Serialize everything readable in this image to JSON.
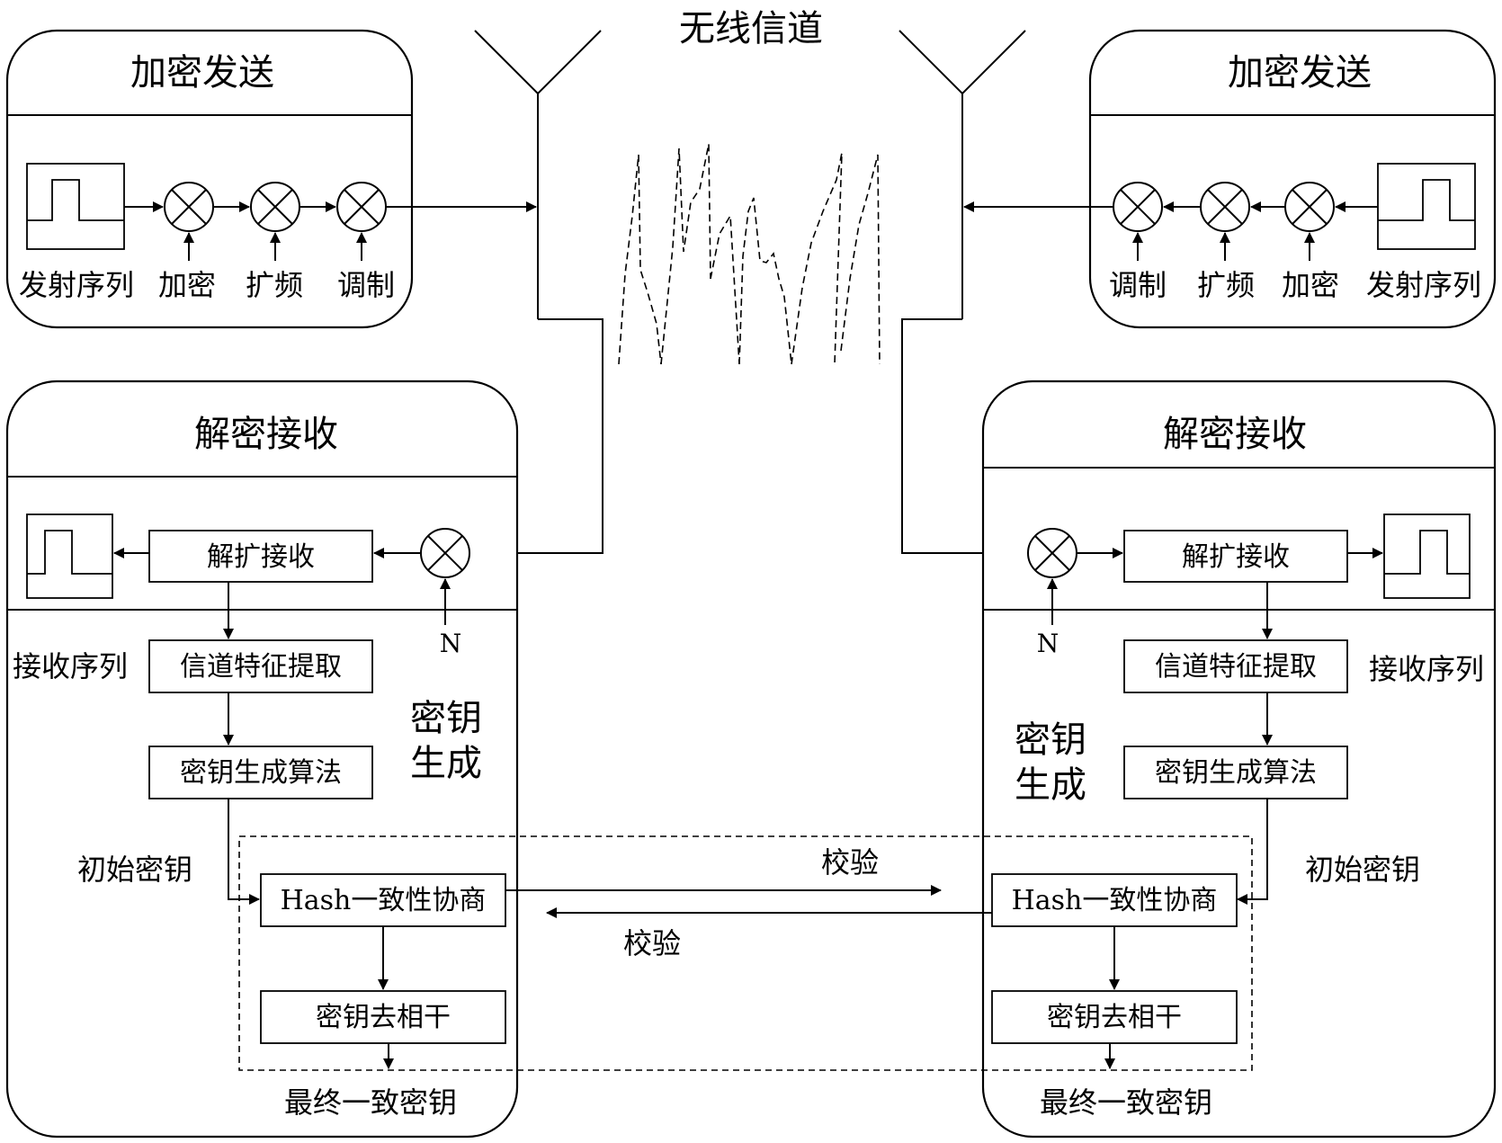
{
  "channel": {
    "title": "无线信道"
  },
  "tx_left": {
    "title": "加密发送",
    "labels": {
      "sequence": "发射序列",
      "encrypt": "加密",
      "spread": "扩频",
      "modulate": "调制"
    }
  },
  "tx_right": {
    "title": "加密发送",
    "labels": {
      "modulate": "调制",
      "spread": "扩频",
      "encrypt": "加密",
      "sequence": "发射序列"
    }
  },
  "rx_left": {
    "title": "解密接收",
    "despread": "解扩接收",
    "noise": "N",
    "receive_seq": "接收序列",
    "feature": "信道特征提取",
    "keygen_algo": "密钥生成算法",
    "keygen_1": "密钥",
    "keygen_2": "生成",
    "initial_key": "初始密钥",
    "hash": "Hash一致性协商",
    "decorrelate": "密钥去相干",
    "final_key": "最终一致密钥"
  },
  "rx_right": {
    "title": "解密接收",
    "despread": "解扩接收",
    "noise": "N",
    "receive_seq": "接收序列",
    "feature": "信道特征提取",
    "keygen_algo": "密钥生成算法",
    "keygen_1": "密钥",
    "keygen_2": "生成",
    "initial_key": "初始密钥",
    "hash": "Hash一致性协商",
    "decorrelate": "密钥去相干",
    "final_key": "最终一致密钥"
  },
  "verify": {
    "top": "校验",
    "bottom": "校验"
  }
}
